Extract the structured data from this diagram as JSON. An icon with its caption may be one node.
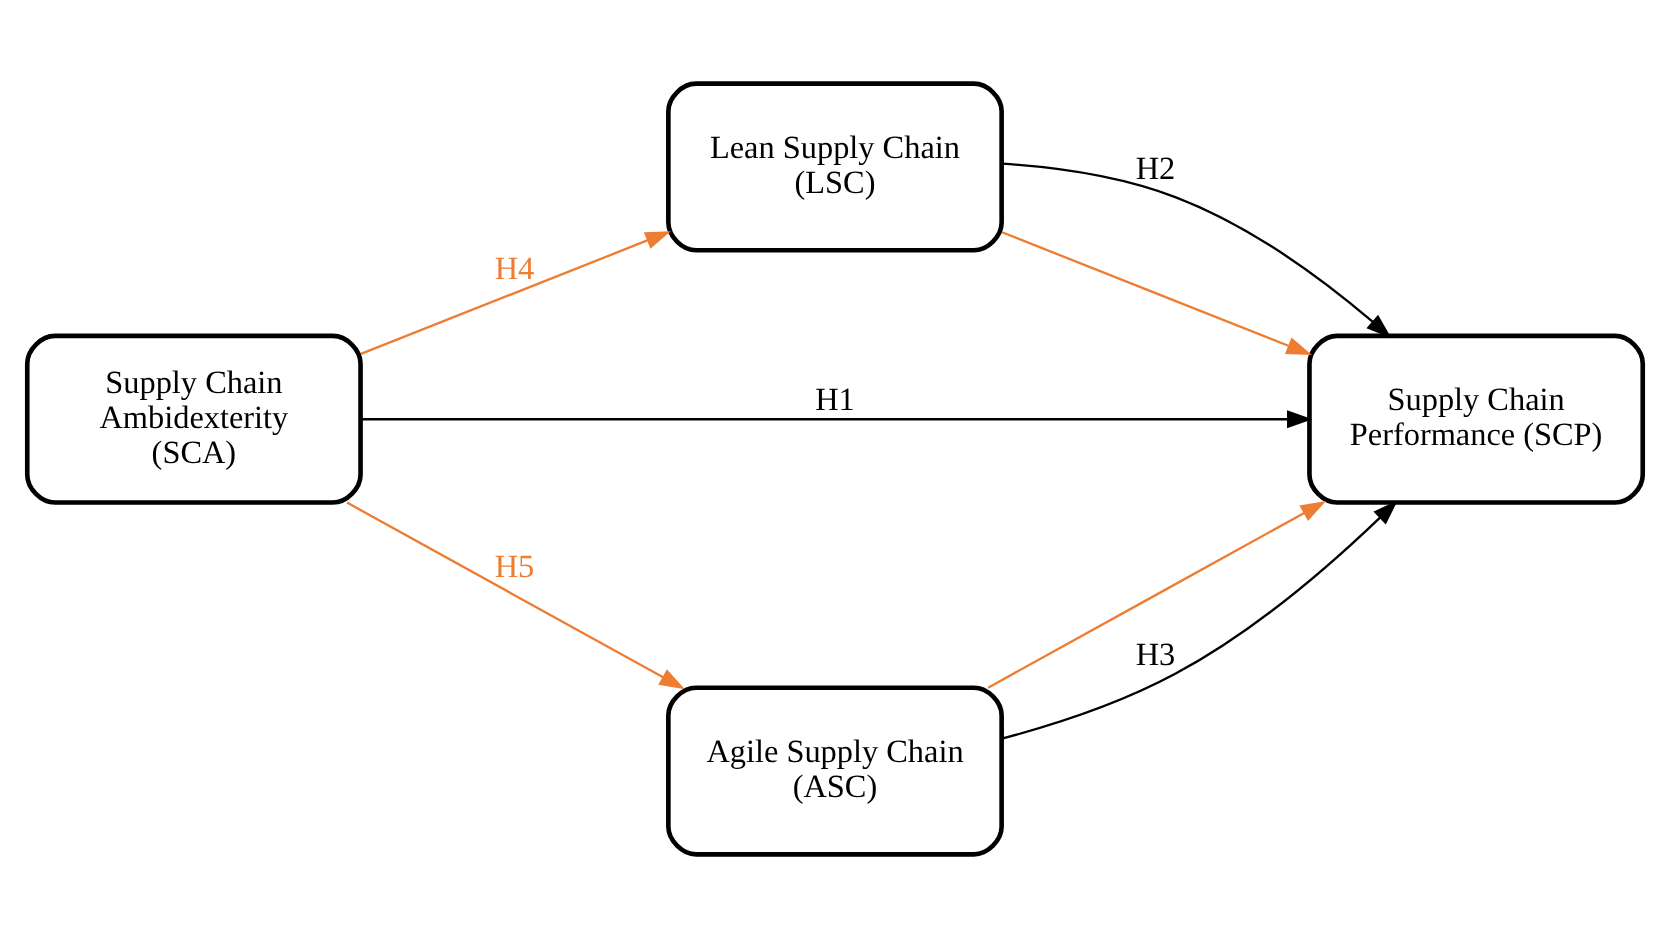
{
  "diagram": {
    "nodes": [
      {
        "text": [
          "Supply Chain Ambidexterity (SCA)"
        ]
      },
      {
        "text": [
          "Lean Supply Chain (LSC)"
        ]
      },
      {
        "text": [
          "Agile Supply Chain (ASC)"
        ]
      },
      {
        "text": [
          "Supply Chain Performance (SCP)"
        ]
      }
    ],
    "edges": [
      {
        "from": 0,
        "to": 1,
        "arrow": "to",
        "label": "H4"
      },
      {
        "from": 1,
        "to": 3,
        "arrow": "to",
        "label": "H2",
        "color": "#000000"
      },
      {
        "from": 1,
        "to": 3,
        "arrow": "to"
      },
      {
        "from": 0,
        "to": 3,
        "arrow": "to",
        "label": "H1",
        "color": "#000000"
      },
      {
        "from": 0,
        "to": 2,
        "arrow": "to",
        "label": "H5"
      },
      {
        "from": 2,
        "to": 3,
        "arrow": "to"
      },
      {
        "from": 2,
        "to": 3,
        "arrow": "to",
        "label": "H3",
        "color": "#000000"
      }
    ]
  }
}
